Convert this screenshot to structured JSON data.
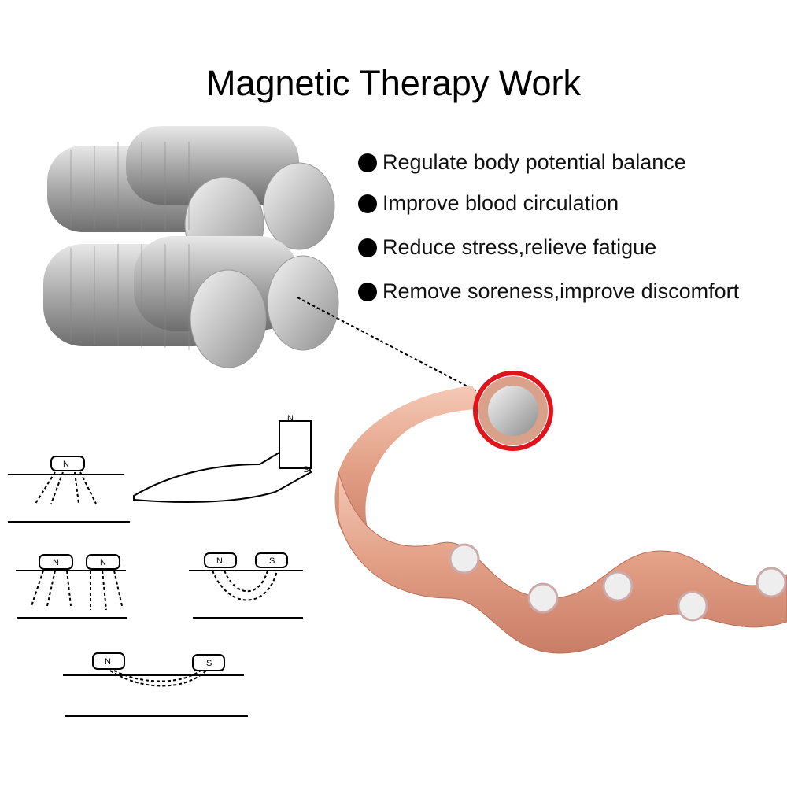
{
  "title": "Magnetic Therapy Work",
  "benefits": [
    "Regulate body potential balance",
    "Improve blood circulation",
    "Reduce stress,relieve fatigue",
    "Remove soreness,improve discomfort"
  ],
  "diagram_labels": {
    "north": "N",
    "south": "S"
  },
  "colors": {
    "highlight_ring": "#e0141c",
    "rose_gold": "#e6a58e",
    "magnet_silver": "#c9c9c9"
  }
}
